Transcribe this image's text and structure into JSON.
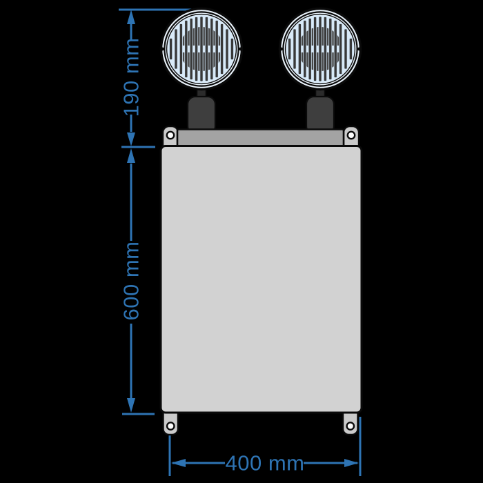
{
  "diagram": {
    "kind": "technical-dimension-drawing",
    "subject": "twin-head-emergency-light-unit",
    "dimensions": {
      "lamp_head_height": "190 mm",
      "cabinet_height": "600 mm",
      "cabinet_width": "400 mm"
    },
    "components": [
      "lamp-head-left",
      "lamp-head-right",
      "lamp-stem-left",
      "lamp-stem-right",
      "mounting-rail",
      "mounting-tab-left",
      "mounting-tab-right",
      "cabinet-body",
      "foot-left",
      "foot-right"
    ],
    "colors": {
      "background": "#000000",
      "dimension_accent": "#2e74b4",
      "cabinet_fill": "#d2d2d2",
      "rail_fill": "#a3a3a3",
      "bracket_fill": "#cbcbcb",
      "stem_fill": "#3e3e3e",
      "lens_fill": "#d9eaf8",
      "lens_ring_gap": "#e9f2fa",
      "lens_center": "#474747",
      "lens_rib": "#383838",
      "outline": "#0a0a0a"
    }
  }
}
